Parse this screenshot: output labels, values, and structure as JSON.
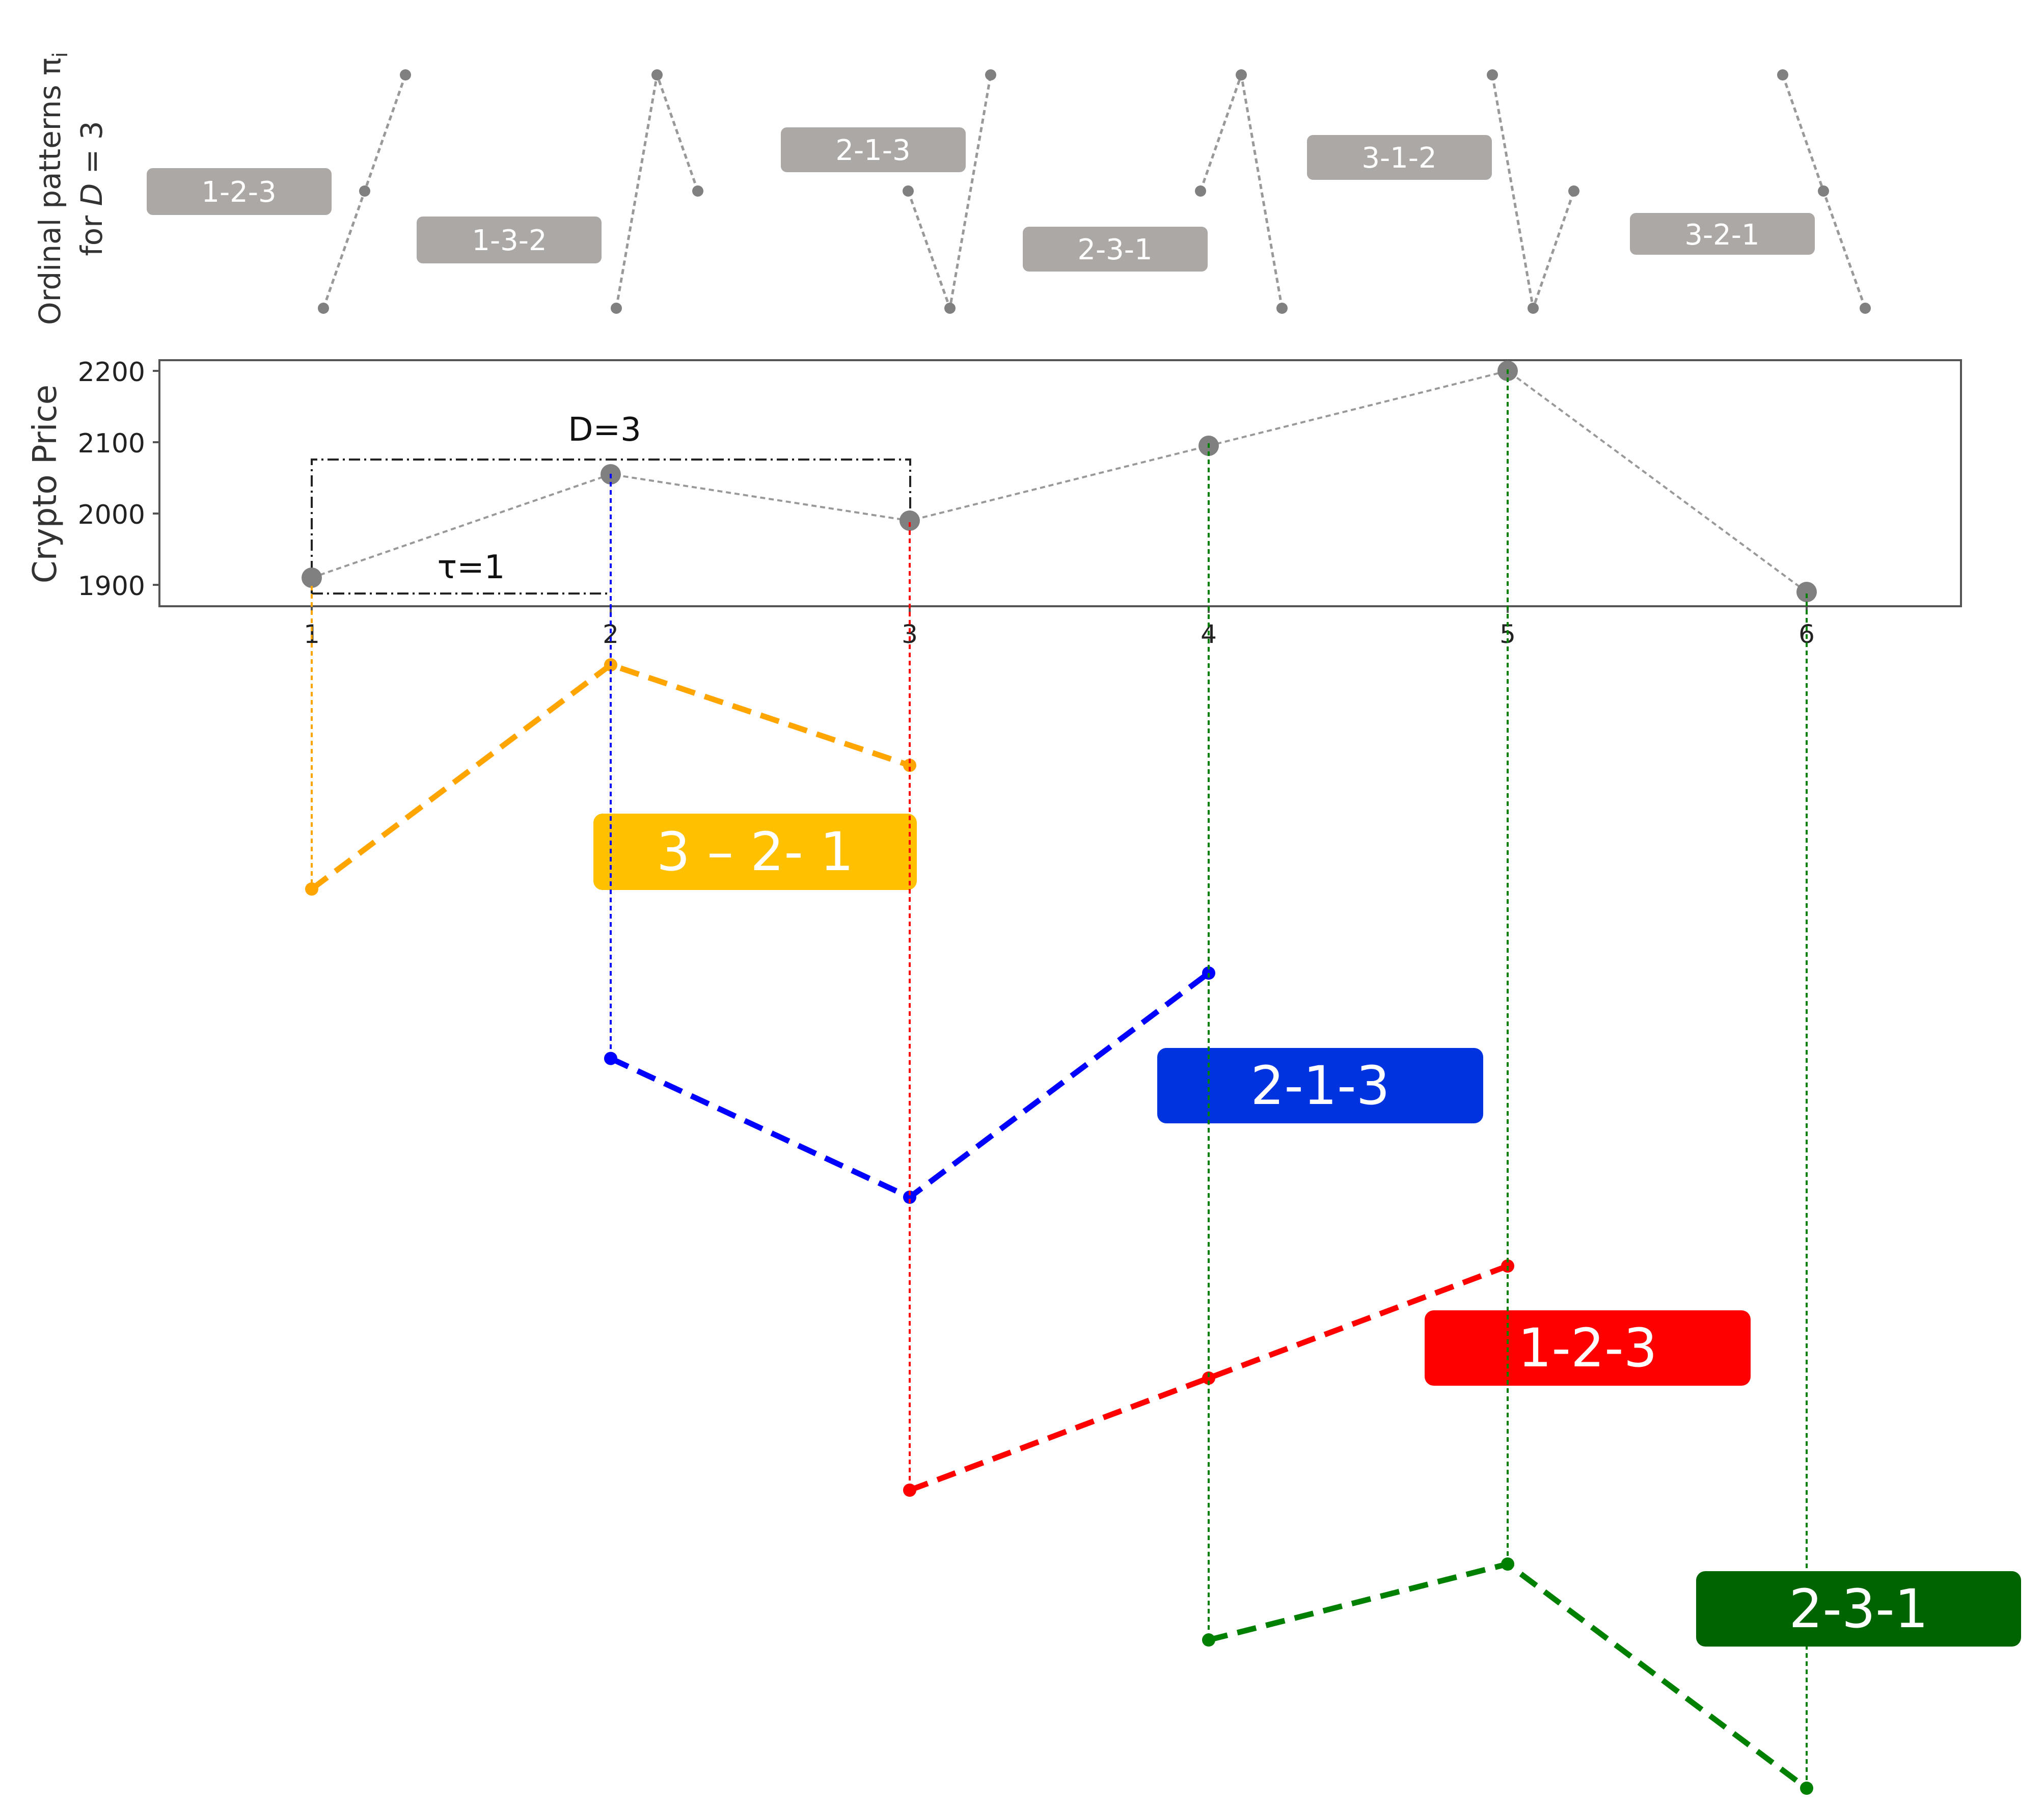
{
  "top_panel": {
    "ylabel_line1": "Ordinal patterns π",
    "ylabel_subscript": "i",
    "ylabel_line2_prefix": "for ",
    "ylabel_line2_var": "D",
    "ylabel_line2_suffix": " = 3",
    "patterns": [
      {
        "label": "1-2-3",
        "order": [
          1,
          2,
          3
        ]
      },
      {
        "label": "1-3-2",
        "order": [
          1,
          3,
          2
        ]
      },
      {
        "label": "2-1-3",
        "order": [
          2,
          1,
          3
        ]
      },
      {
        "label": "2-3-1",
        "order": [
          2,
          3,
          1
        ]
      },
      {
        "label": "3-1-2",
        "order": [
          3,
          1,
          2
        ]
      },
      {
        "label": "3-2-1",
        "order": [
          3,
          2,
          1
        ]
      }
    ],
    "pattern_color": "#808080",
    "pattern_box_color": "#aca8a6"
  },
  "chart_data": {
    "type": "line",
    "ylabel": "Crypto Price",
    "x": [
      1,
      2,
      3,
      4,
      5,
      6
    ],
    "y": [
      1910,
      2055,
      1990,
      2095,
      2200,
      1890
    ],
    "xticks": [
      "1",
      "2",
      "3",
      "4",
      "5",
      "6"
    ],
    "yticks": [
      "1900",
      "2000",
      "2100",
      "2200"
    ],
    "ylim": [
      1875,
      2215
    ],
    "xlim": [
      0.5,
      6.5
    ],
    "annotations": {
      "embedding_dimension": "D=3",
      "delay": "τ=1"
    },
    "line_color": "#999999",
    "marker_color": "#808080"
  },
  "windows": [
    {
      "start": 1,
      "label": "3 – 2-  1",
      "color": "#ffa500",
      "box_color": "#ffc000"
    },
    {
      "start": 2,
      "label": "2-1-3",
      "color": "#0000ff",
      "box_color": "#0033e0"
    },
    {
      "start": 3,
      "label": "1-2-3",
      "color": "#ff0000",
      "box_color": "#ff0000"
    },
    {
      "start": 4,
      "label": "2-3-1",
      "color": "#008000",
      "box_color": "#006400"
    }
  ]
}
